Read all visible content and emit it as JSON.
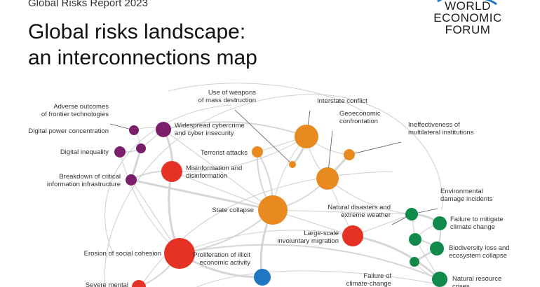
{
  "header": {
    "kicker": "Global Risks Report 2023",
    "title_line1": "Global risks landscape:",
    "title_line2": "an interconnections map"
  },
  "logo": {
    "line1": "WORLD",
    "line2": "ECONOMIC",
    "line3": "FORUM"
  },
  "colors": {
    "technological": "#7b1f6b",
    "societal": "#e53224",
    "geopolitical": "#e88a1f",
    "environmental": "#0f8a4a",
    "economic": "#1f77c4",
    "edge": "#cfcfcf"
  },
  "nodes": [
    {
      "id": "adverse",
      "category": "technological",
      "lines": [
        "Adverse outcomes",
        "of frontier technologies"
      ]
    },
    {
      "id": "digital-power",
      "category": "technological",
      "lines": [
        "Digital power concentration"
      ]
    },
    {
      "id": "cyber",
      "category": "technological",
      "lines": [
        "Widespread cybercrime",
        "and cyber insecurity"
      ]
    },
    {
      "id": "digital-inequality",
      "category": "technological",
      "lines": [
        "Digital inequality"
      ]
    },
    {
      "id": "tech-hub",
      "category": "technological",
      "lines": []
    },
    {
      "id": "breakdown",
      "category": "technological",
      "lines": [
        "Breakdown of critical",
        "information infrastructure"
      ]
    },
    {
      "id": "misinformation",
      "category": "societal",
      "lines": [
        "Misinformation and",
        "disinformation"
      ]
    },
    {
      "id": "weapons",
      "category": "geopolitical",
      "lines": [
        "Use of weapons",
        "of mass destruction"
      ]
    },
    {
      "id": "interstate",
      "category": "geopolitical",
      "lines": [
        "Interstate conflict"
      ]
    },
    {
      "id": "geoeconomic",
      "category": "geopolitical",
      "lines": [
        "Geoeconomic",
        "confrontation"
      ]
    },
    {
      "id": "terrorist",
      "category": "geopolitical",
      "lines": [
        "Terrorist attacks"
      ]
    },
    {
      "id": "ineffectiveness",
      "category": "geopolitical",
      "lines": [
        "Ineffectiveness of",
        "multilateral institutions"
      ]
    },
    {
      "id": "state-collapse",
      "category": "geopolitical",
      "lines": [
        "State collapse"
      ]
    },
    {
      "id": "natural-disasters",
      "category": "environmental",
      "lines": [
        "Natural disasters and",
        "extreme weather"
      ]
    },
    {
      "id": "migration",
      "category": "societal",
      "lines": [
        "Large-scale",
        "involuntary migration"
      ]
    },
    {
      "id": "env-damage",
      "category": "environmental",
      "lines": [
        "Environmental",
        "damage incidents"
      ]
    },
    {
      "id": "climate-mitigate",
      "category": "environmental",
      "lines": [
        "Failure to mitigate",
        "climate change"
      ]
    },
    {
      "id": "env-hub-1",
      "category": "environmental",
      "lines": []
    },
    {
      "id": "biodiversity",
      "category": "environmental",
      "lines": [
        "Biodiversity loss and",
        "ecosystem collapse"
      ]
    },
    {
      "id": "env-hub-2",
      "category": "environmental",
      "lines": []
    },
    {
      "id": "natural-resource",
      "category": "environmental",
      "lines": [
        "Natural resource",
        "crises"
      ]
    },
    {
      "id": "climate-adapt",
      "category": "environmental",
      "lines": [
        "Failure of",
        "climate-change"
      ]
    },
    {
      "id": "social-cohesion",
      "category": "societal",
      "lines": [
        "Erosion of social cohesion"
      ]
    },
    {
      "id": "illicit",
      "category": "economic",
      "lines": [
        "Proliferation of illicit",
        "economic activity"
      ]
    },
    {
      "id": "mental",
      "category": "societal",
      "lines": [
        "Severe mental"
      ]
    }
  ]
}
